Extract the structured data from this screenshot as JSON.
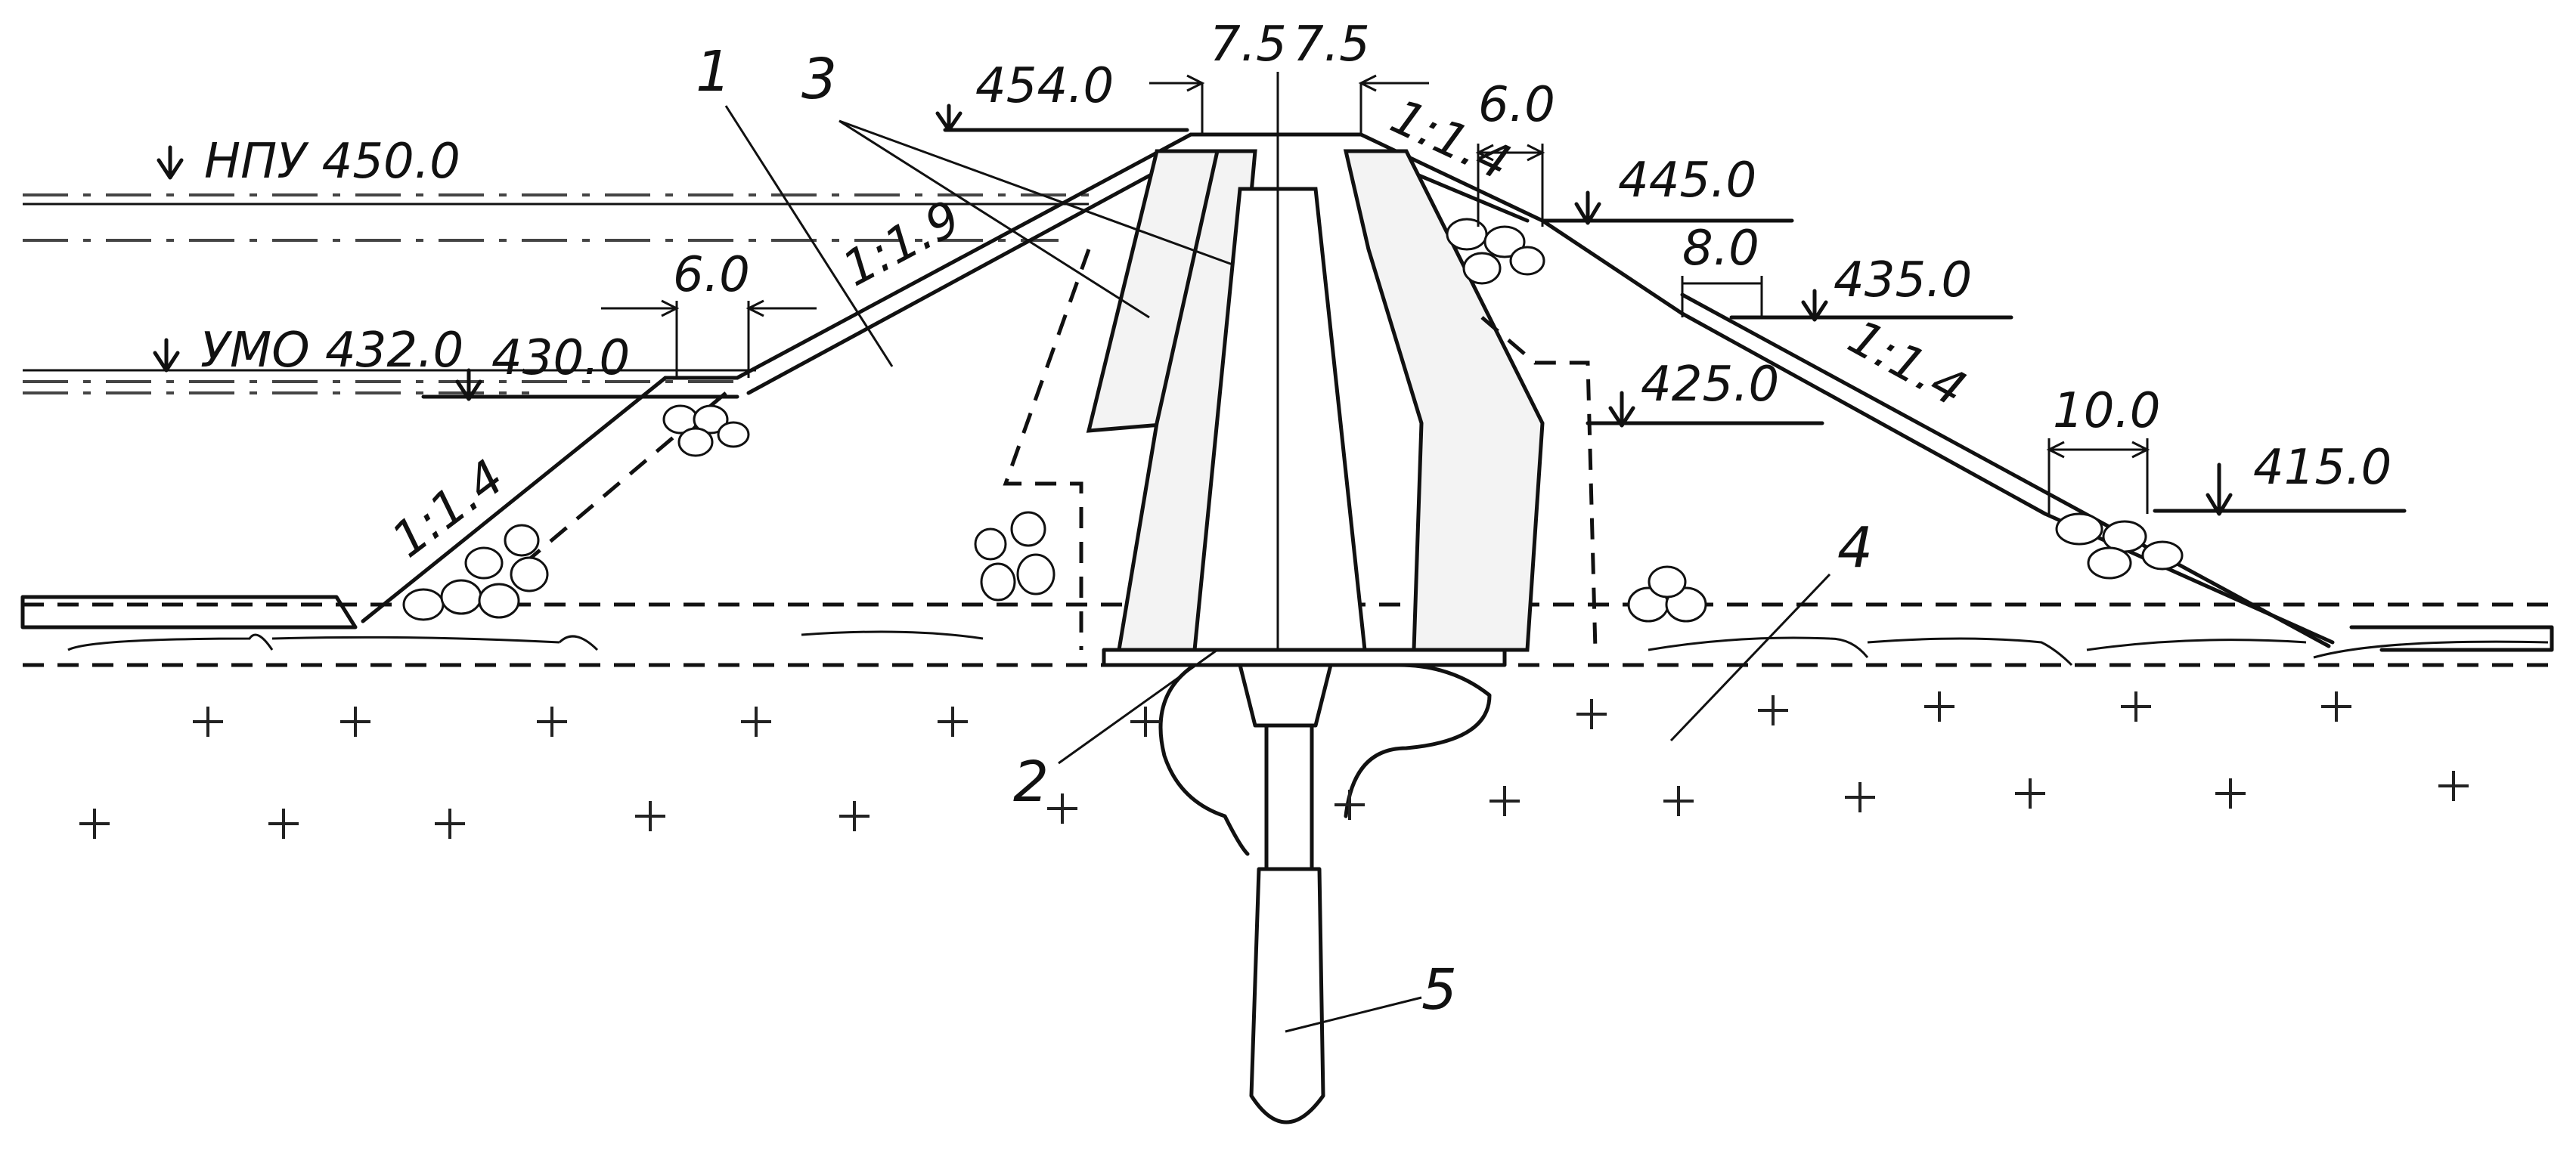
{
  "levels": {
    "npu": "НПУ 450.0",
    "umo": "УМО 432.0",
    "crest": "454.0",
    "l430": "430.0",
    "l445": "445.0",
    "l435": "435.0",
    "l425": "425.0",
    "l415": "415.0"
  },
  "dimensions": {
    "crest_left": "7.5",
    "crest_right": "7.5",
    "berm_upstream": "6.0",
    "berm_downstream_top": "6.0",
    "berm_downstream_mid": "8.0",
    "berm_downstream_low": "10.0"
  },
  "slopes": {
    "upstream_top": "1:1.9",
    "upstream_bottom": "1:1.4",
    "downstream_top": "1:1.4",
    "downstream_bottom": "1:1.4"
  },
  "callouts": {
    "c1": "1",
    "c2": "2",
    "c3": "3",
    "c4": "4",
    "c5": "5"
  },
  "colors": {
    "ink": "#111111",
    "background": "#ffffff"
  }
}
